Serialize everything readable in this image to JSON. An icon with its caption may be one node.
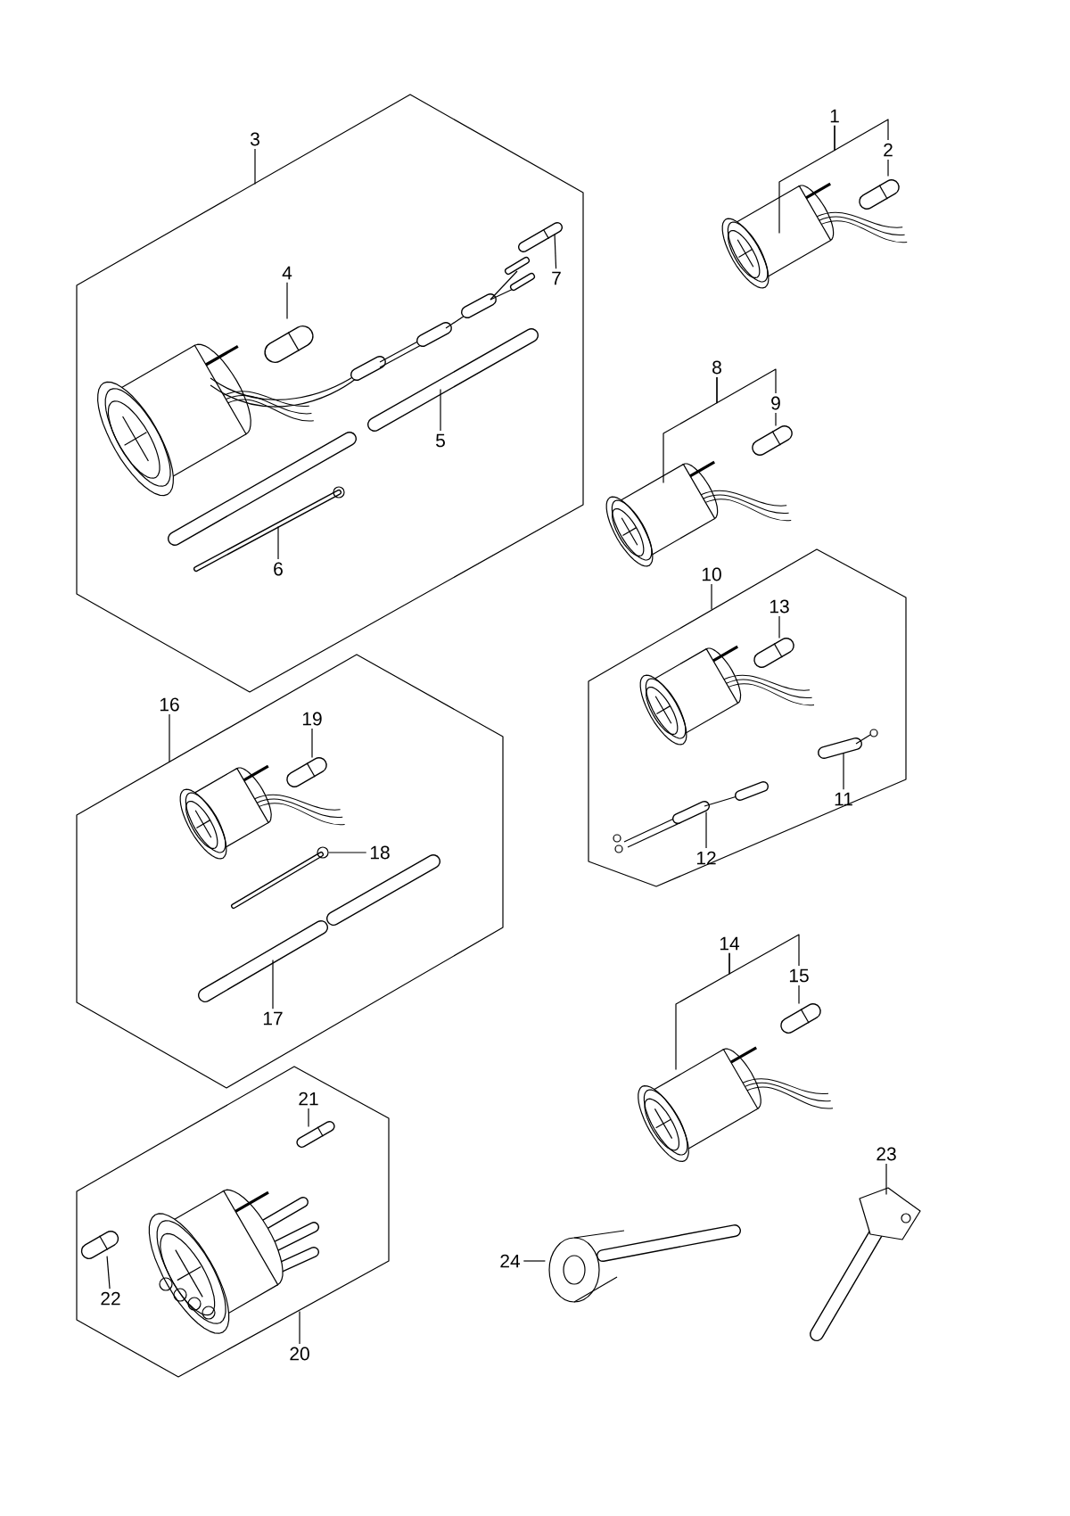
{
  "diagram": {
    "nodes": [
      {
        "text": [
          "1"
        ]
      },
      {
        "text": [
          "2"
        ]
      },
      {
        "text": [
          "3"
        ]
      },
      {
        "text": [],
        "shape": "hexagon"
      },
      {
        "text": [
          "4"
        ],
        "in": 3
      },
      {
        "text": [
          "7"
        ],
        "in": 3
      },
      {
        "text": [
          "5"
        ],
        "in": 3
      },
      {
        "text": [
          "6"
        ],
        "in": 3
      },
      {
        "text": [
          "8"
        ]
      },
      {
        "text": [
          "9"
        ]
      },
      {
        "text": [
          "10"
        ]
      },
      {
        "text": [],
        "shape": "hexagon"
      },
      {
        "text": [
          "13"
        ],
        "in": 11
      },
      {
        "text": [
          "11"
        ],
        "in": 11
      },
      {
        "text": [
          "12"
        ],
        "in": 11
      },
      {
        "text": [
          "16"
        ]
      },
      {
        "text": [],
        "shape": "hexagon"
      },
      {
        "text": [
          "19"
        ],
        "in": 16
      },
      {
        "text": [
          "18"
        ],
        "in": 16
      },
      {
        "text": [
          "17"
        ],
        "in": 16
      },
      {
        "text": [
          "14"
        ]
      },
      {
        "text": [
          "15"
        ]
      },
      {
        "text": [],
        "shape": "hexagon"
      },
      {
        "text": [
          "21"
        ],
        "in": 22
      },
      {
        "text": [
          "22"
        ],
        "in": 22
      },
      {
        "text": [
          "20"
        ]
      },
      {
        "text": [
          "23"
        ]
      },
      {
        "text": [
          "24"
        ]
      },
      {
        "text": [],
        "shape": "picture"
      },
      {
        "text": [],
        "shape": "picture"
      },
      {
        "text": [],
        "shape": "picture",
        "in": 3
      },
      {
        "text": [],
        "shape": "picture",
        "in": 3
      },
      {
        "text": [],
        "shape": "picture",
        "in": 3
      },
      {
        "text": [],
        "shape": "picture",
        "in": 3
      },
      {
        "text": [],
        "shape": "picture"
      },
      {
        "text": [],
        "shape": "picture"
      },
      {
        "text": [],
        "shape": "picture",
        "in": 11
      },
      {
        "text": [],
        "shape": "picture",
        "in": 11
      },
      {
        "text": [],
        "shape": "picture",
        "in": 11
      },
      {
        "text": [],
        "shape": "picture",
        "in": 16
      },
      {
        "text": [],
        "shape": "picture",
        "in": 16
      },
      {
        "text": [],
        "shape": "picture",
        "in": 16
      },
      {
        "text": [],
        "shape": "picture"
      },
      {
        "text": [],
        "shape": "picture"
      },
      {
        "text": [],
        "shape": "picture",
        "in": 22
      },
      {
        "text": [],
        "shape": "picture",
        "in": 22
      },
      {
        "text": [],
        "shape": "picture"
      },
      {
        "text": [],
        "shape": "picture"
      }
    ],
    "edges": [
      {
        "from": 0,
        "to": 28,
        "arrow": "none"
      },
      {
        "from": 1,
        "to": 29,
        "arrow": "none"
      },
      {
        "from": 2,
        "to": 3,
        "arrow": "none"
      },
      {
        "from": 4,
        "to": 30,
        "arrow": "none"
      },
      {
        "from": 5,
        "to": 31,
        "arrow": "none"
      },
      {
        "from": 6,
        "to": 32,
        "arrow": "none"
      },
      {
        "from": 7,
        "to": 33,
        "arrow": "none"
      },
      {
        "from": 8,
        "to": 34,
        "arrow": "none"
      },
      {
        "from": 9,
        "to": 35,
        "arrow": "none"
      },
      {
        "from": 10,
        "to": 11,
        "arrow": "none"
      },
      {
        "from": 12,
        "to": 36,
        "arrow": "none"
      },
      {
        "from": 13,
        "to": 37,
        "arrow": "none"
      },
      {
        "from": 14,
        "to": 38,
        "arrow": "none"
      },
      {
        "from": 15,
        "to": 16,
        "arrow": "none"
      },
      {
        "from": 17,
        "to": 39,
        "arrow": "none"
      },
      {
        "from": 18,
        "to": 40,
        "arrow": "none"
      },
      {
        "from": 19,
        "to": 41,
        "arrow": "none"
      },
      {
        "from": 20,
        "to": 42,
        "arrow": "none"
      },
      {
        "from": 21,
        "to": 43,
        "arrow": "none"
      },
      {
        "from": 25,
        "to": 22,
        "arrow": "none"
      },
      {
        "from": 23,
        "to": 44,
        "arrow": "none"
      },
      {
        "from": 24,
        "to": 45,
        "arrow": "none"
      },
      {
        "from": 26,
        "to": 46,
        "arrow": "none"
      },
      {
        "from": 27,
        "to": 47,
        "arrow": "none"
      },
      {
        "from": 0,
        "to": 1,
        "arrow": "none"
      },
      {
        "from": 8,
        "to": 9,
        "arrow": "none"
      },
      {
        "from": 20,
        "to": 21,
        "arrow": "none"
      }
    ]
  }
}
